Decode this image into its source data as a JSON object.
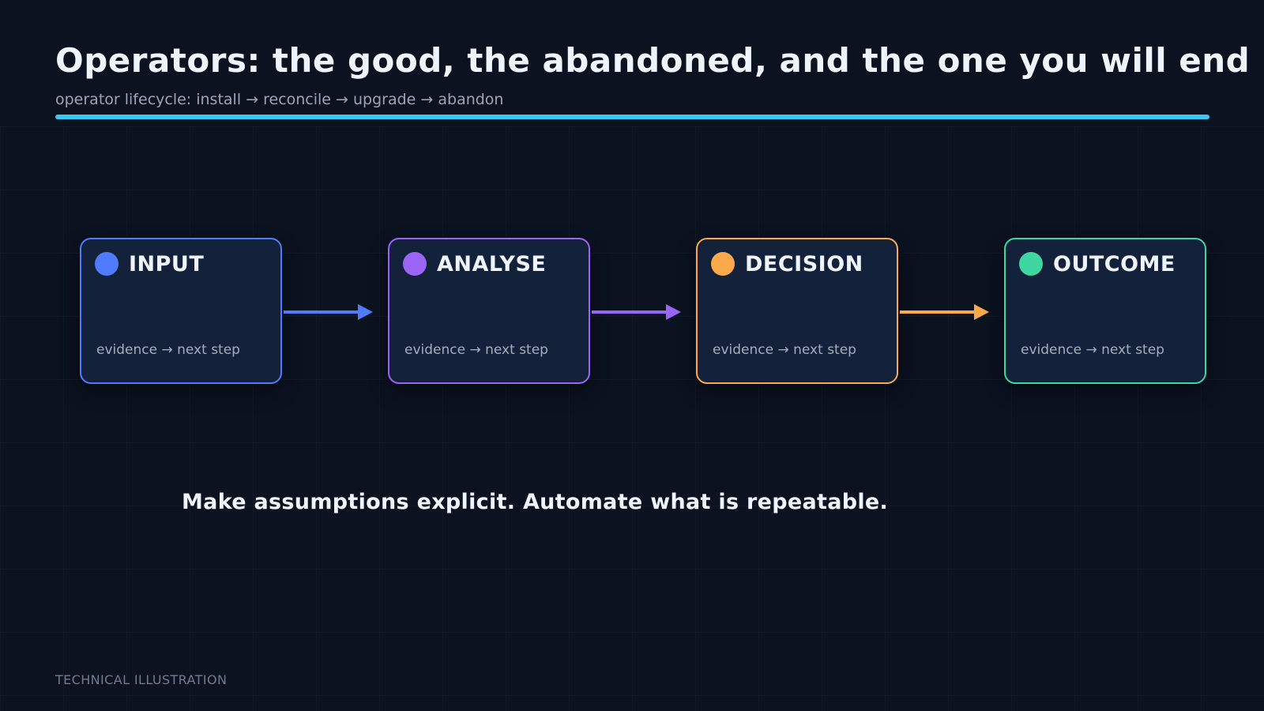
{
  "header": {
    "title": "Operators: the good, the abandoned, and the one you will end u",
    "subtitle": "operator lifecycle: install → reconcile → upgrade → abandon",
    "accent_color": "#3ec6f2"
  },
  "flow": {
    "nodes": [
      {
        "title": "INPUT",
        "caption": "evidence → next step",
        "color": "#4f7cff"
      },
      {
        "title": "ANALYSE",
        "caption": "evidence → next step",
        "color": "#9b64f5"
      },
      {
        "title": "DECISION",
        "caption": "evidence → next step",
        "color": "#fba94b"
      },
      {
        "title": "OUTCOME",
        "caption": "evidence → next step",
        "color": "#3fd69f"
      }
    ]
  },
  "takeaway": "Make assumptions explicit. Automate what is repeatable.",
  "footer": "TECHNICAL ILLUSTRATION"
}
